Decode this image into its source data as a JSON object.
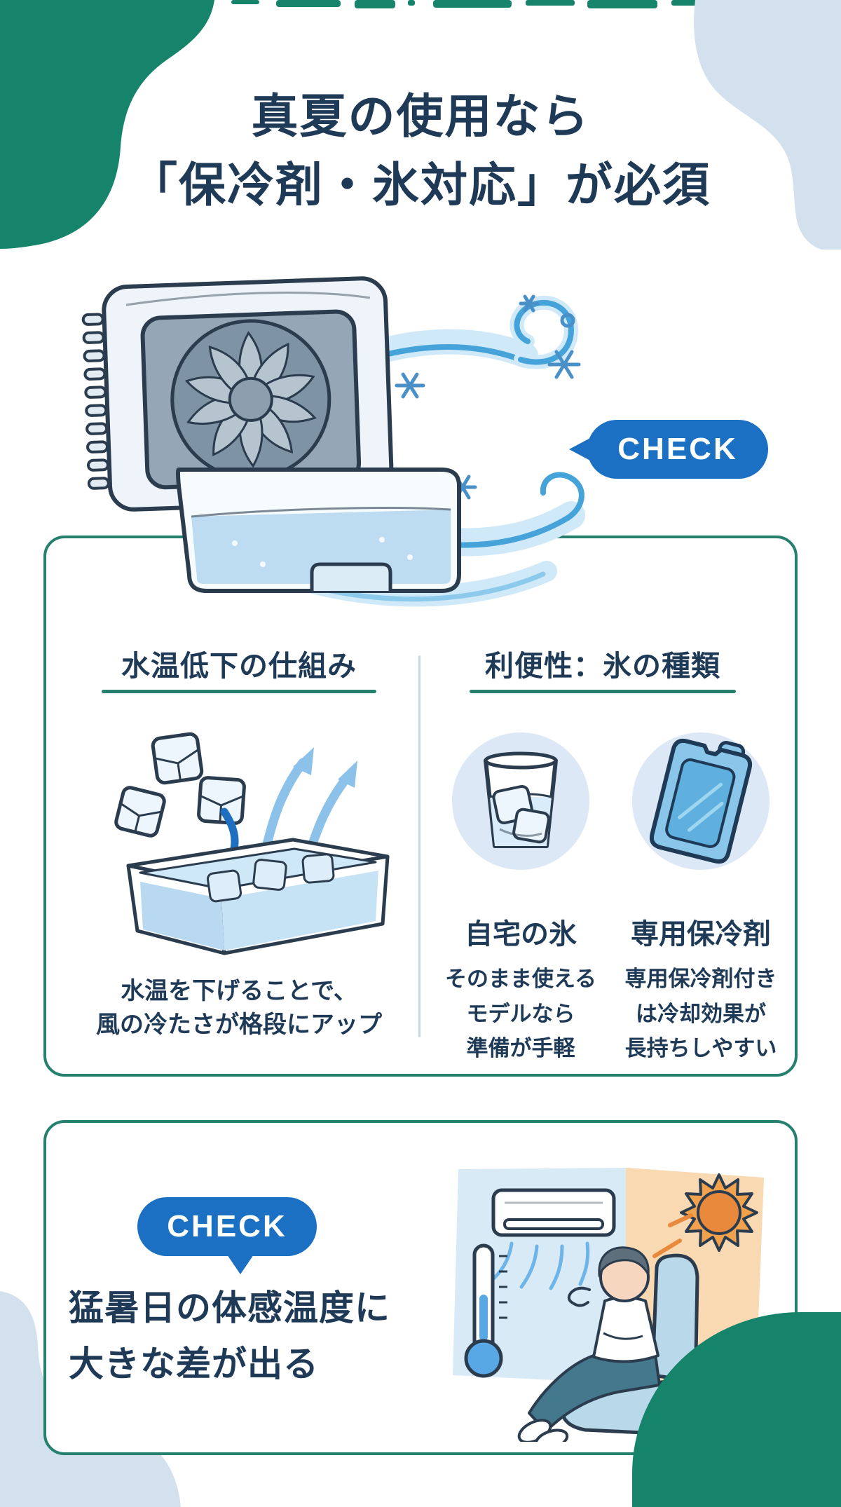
{
  "title": {
    "line1": "真夏の使用なら",
    "line2": "「保冷剤・氷対応」が必須"
  },
  "check_badge_top": {
    "label": "CHECK"
  },
  "section_mechanism": {
    "header": "水温低下の仕組み",
    "caption_line1": "水温を下げることで、",
    "caption_line2": "風の冷たさが格段にアップ"
  },
  "section_ice_types": {
    "header": "利便性：氷の種類",
    "items": [
      {
        "icon": "glass-with-ice-icon",
        "label": "自宅の氷",
        "desc_lines": [
          "そのまま使える",
          "モデルなら",
          "準備が手軽"
        ]
      },
      {
        "icon": "ice-pack-icon",
        "label": "専用保冷剤",
        "desc_lines": [
          "専用保冷剤付き",
          "は冷却効果が",
          "長持ちしやすい"
        ]
      }
    ]
  },
  "bottom_section": {
    "check_badge": "CHECK",
    "text_line1": "猛暑日の体感温度に",
    "text_line2": "大きな差が出る"
  },
  "colors": {
    "corner_green": "#15846b",
    "corner_light_blue": "#d3e1ee",
    "heading_navy": "#1e3a57",
    "check_blue": "#1b70c3",
    "panel_border_teal": "#26806e",
    "icon_circle_bg": "#dce8f5",
    "wind_blue": "#45a3d9",
    "sun_orange": "#e8893c"
  }
}
